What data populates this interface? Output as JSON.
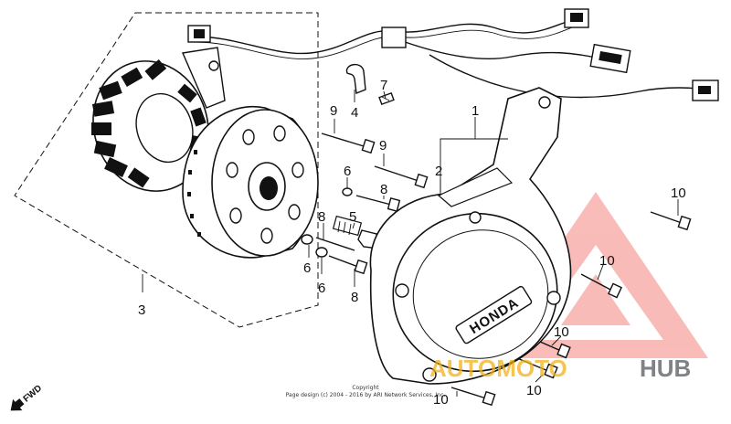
{
  "diagram": {
    "callouts": [
      {
        "id": "c1",
        "label": "1"
      },
      {
        "id": "c2",
        "label": "2"
      },
      {
        "id": "c3",
        "label": "3"
      },
      {
        "id": "c4",
        "label": "4"
      },
      {
        "id": "c5",
        "label": "5"
      },
      {
        "id": "c6a",
        "label": "6"
      },
      {
        "id": "c6b",
        "label": "6"
      },
      {
        "id": "c6c",
        "label": "6"
      },
      {
        "id": "c7",
        "label": "7"
      },
      {
        "id": "c8a",
        "label": "8"
      },
      {
        "id": "c8b",
        "label": "8"
      },
      {
        "id": "c8c",
        "label": "8"
      },
      {
        "id": "c9a",
        "label": "9"
      },
      {
        "id": "c9b",
        "label": "9"
      },
      {
        "id": "c10a",
        "label": "10"
      },
      {
        "id": "c10b",
        "label": "10"
      },
      {
        "id": "c10c",
        "label": "10"
      },
      {
        "id": "c10d",
        "label": "10"
      },
      {
        "id": "c10e",
        "label": "10"
      }
    ],
    "cover_logo": "HONDA",
    "fwd_label": "FWD",
    "copyright_line1": "Copyright",
    "copyright_line2": "Page design (c) 2004 - 2016 by ARI Network Services, Inc.",
    "watermark": {
      "part1": "AUTOMOTO",
      "part2": "HUB",
      "color_primary": "#f2b21a",
      "color_secondary": "#555a60",
      "triangle_color": "#f0625a"
    }
  }
}
